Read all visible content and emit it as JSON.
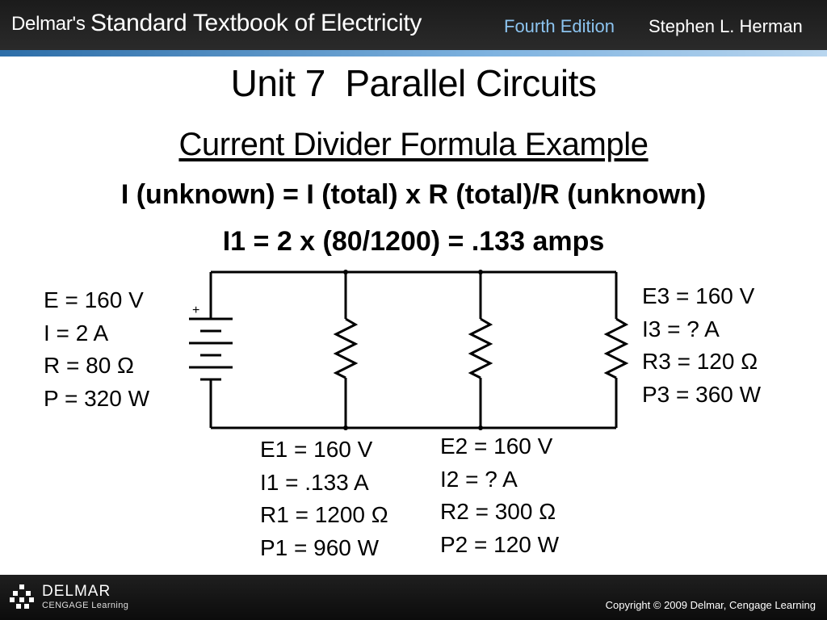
{
  "header": {
    "brand": "Delmar's",
    "book_title": "Standard Textbook of Electricity",
    "edition": "Fourth Edition",
    "author": "Stephen L. Herman"
  },
  "slide": {
    "title": "Unit 7  Parallel Circuits",
    "subtitle": "Current Divider Formula Example",
    "formula": "I (unknown) = I (total) x R (total)/R (unknown)",
    "example": "I1 = 2 x (80/1200) = .133 amps"
  },
  "circuit": {
    "battery_polarity": "+",
    "source": [
      "E = 160 V",
      "I = 2 A",
      "R = 80 Ω",
      "P = 320 W"
    ],
    "r1": [
      "E1 = 160 V",
      "I1 = .133 A",
      "R1 = 1200 Ω",
      "P1 = 960 W"
    ],
    "r2": [
      "E2 = 160 V",
      "I2 = ? A",
      "R2 = 300 Ω",
      "P2 = 120 W"
    ],
    "r3": [
      "E3 = 160 V",
      "I3 = ? A",
      "R3 = 120 Ω",
      "P3 = 360 W"
    ]
  },
  "footer": {
    "logo_name": "DELMAR",
    "logo_sub": "CENGAGE Learning",
    "copyright": "Copyright © 2009 Delmar, Cengage Learning"
  },
  "colors": {
    "header_bg": "#1b1b1b",
    "edition_text": "#8cc4f0",
    "stripe": "#2d6ea8"
  }
}
